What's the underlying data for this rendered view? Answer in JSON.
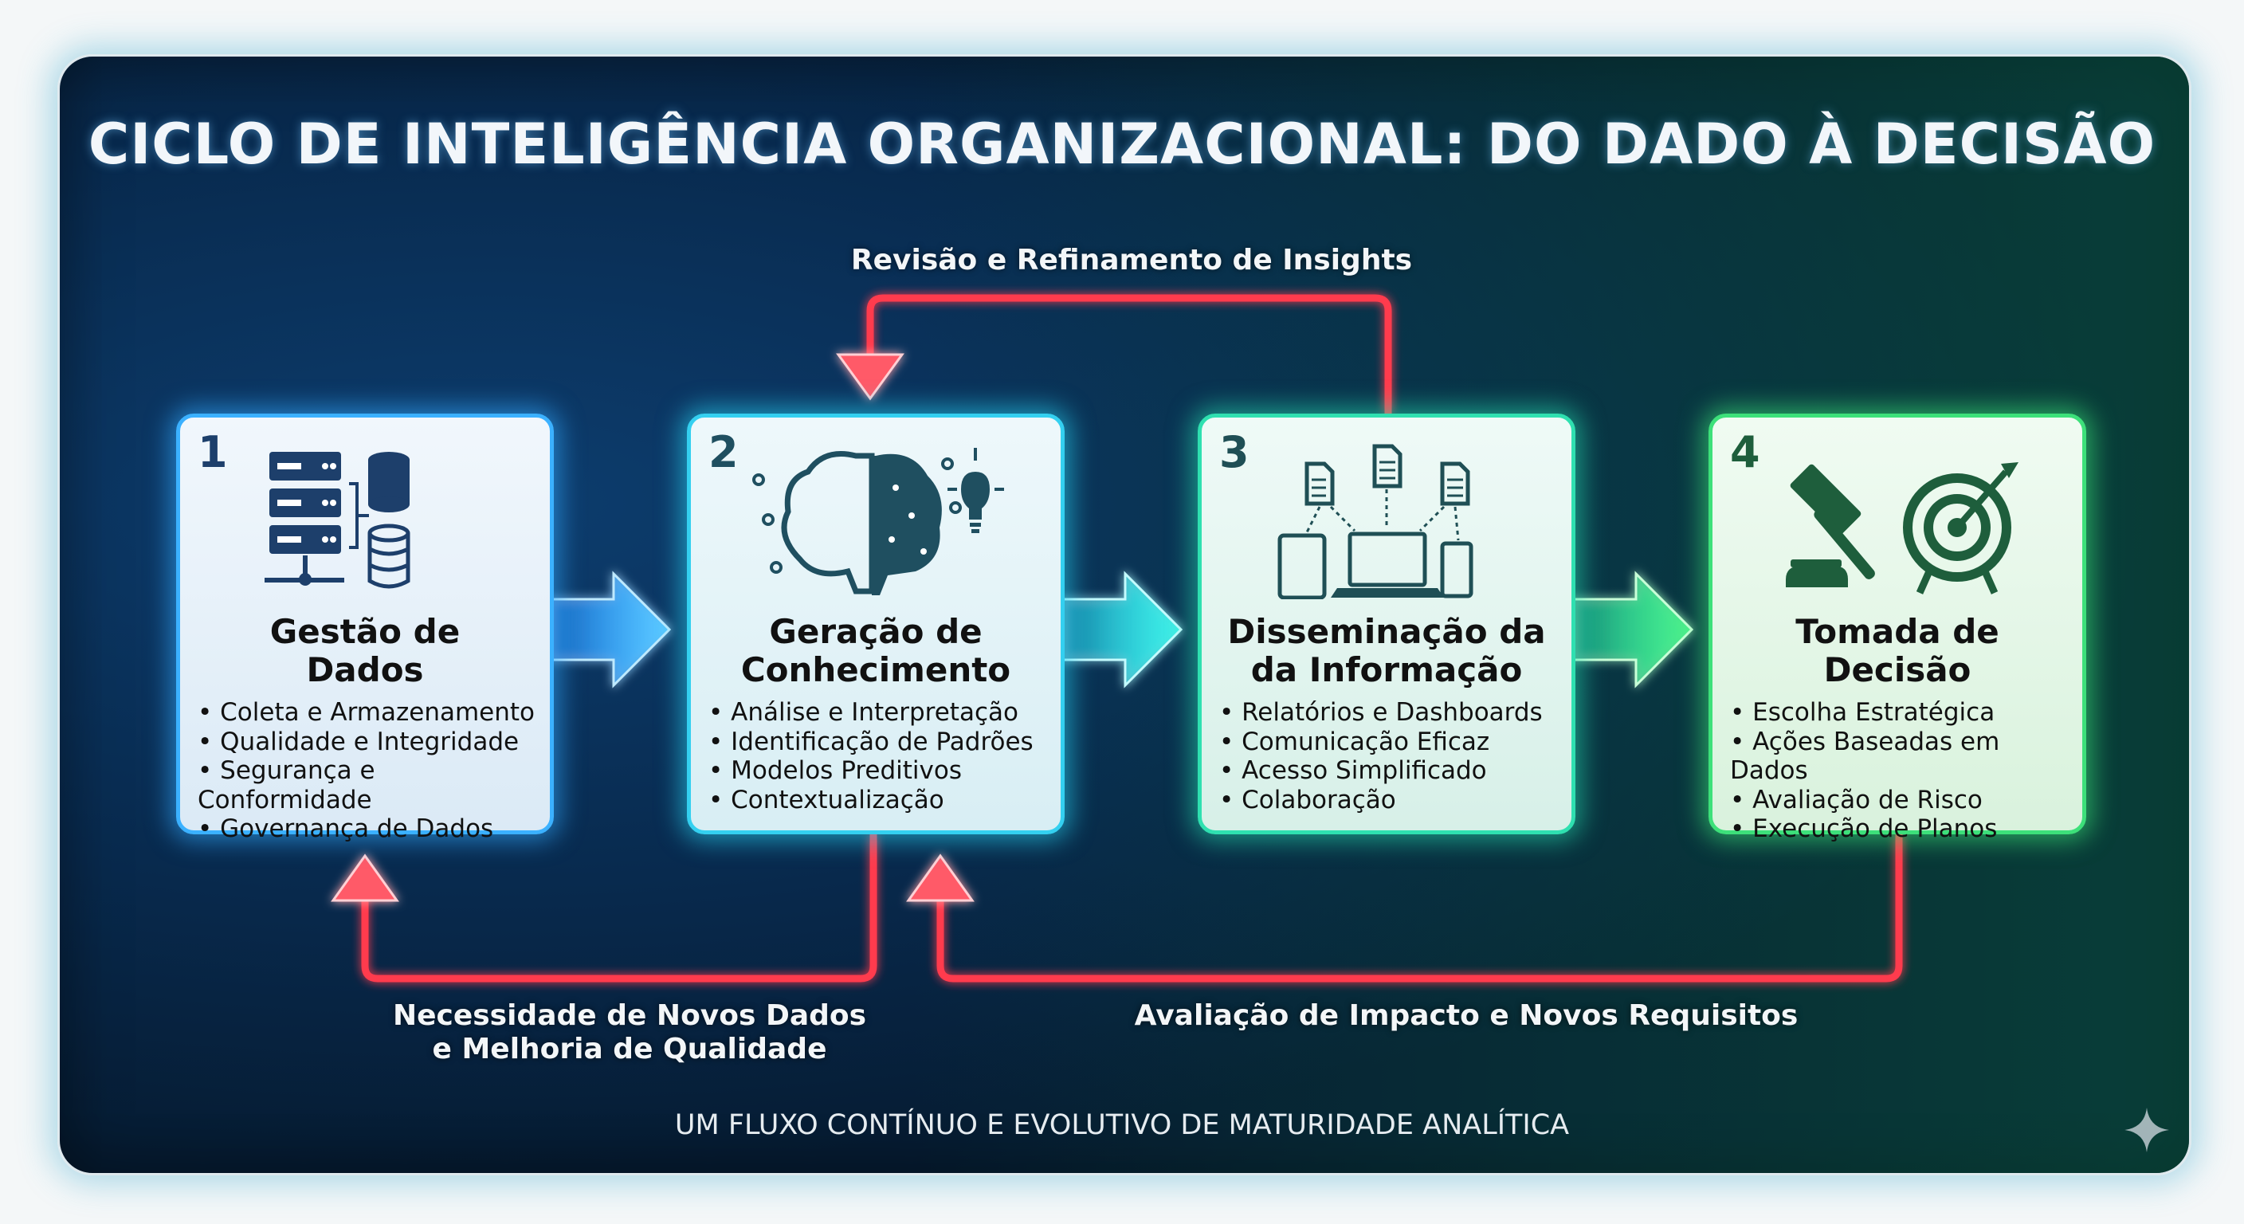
{
  "title": "CICLO DE INTELIGÊNCIA ORGANIZACIONAL: DO DADO À DECISÃO",
  "stages": [
    {
      "number": "1",
      "title_line1": "Gestão de",
      "title_line2": "Dados",
      "icon": "server-database-icon",
      "items": [
        "Coleta e Armazenamento",
        "Qualidade e Integridade",
        "Segurança e Conformidade",
        "Governança de Dados"
      ]
    },
    {
      "number": "2",
      "title_line1": "Geração de",
      "title_line2": "Conhecimento",
      "icon": "brain-lightbulb-icon",
      "items": [
        "Análise e Interpretação",
        "Identificação de Padrões",
        "Modelos Preditivos",
        "Contextualização"
      ]
    },
    {
      "number": "3",
      "title_line1": "Disseminação da",
      "title_line2": "da Informação",
      "icon": "documents-devices-icon",
      "items": [
        "Relatórios e Dashboards",
        "Comunicação Eficaz",
        "Acesso Simplificado",
        "Colaboração"
      ]
    },
    {
      "number": "4",
      "title_line1": "Tomada de",
      "title_line2": "Decisão",
      "icon": "gavel-target-icon",
      "items": [
        "Escolha Estratégica",
        "Ações Baseadas em Dados",
        "Avaliação de Risco",
        "Execução de Planos"
      ]
    }
  ],
  "feedback": {
    "top": "Revisão e Refinamento de Insights",
    "bottom_left_line1": "Necessidade de Novos Dados",
    "bottom_left_line2": "e Melhoria de Qualidade",
    "bottom_right": "Avaliação de Impacto e Novos Requisitos"
  },
  "footer": "UM FLUXO CONTÍNUO E EVOLUTIVO DE MATURIDADE ANALÍTICA",
  "colors": {
    "blue": "#3bb1ff",
    "cyan": "#34d0f0",
    "teal": "#2fe0b0",
    "green": "#3de07a",
    "red": "#ff3b4e",
    "icon_blue": "#1d3f6b",
    "icon_teal": "#1f4f55",
    "icon_green": "#1e5e3c"
  }
}
